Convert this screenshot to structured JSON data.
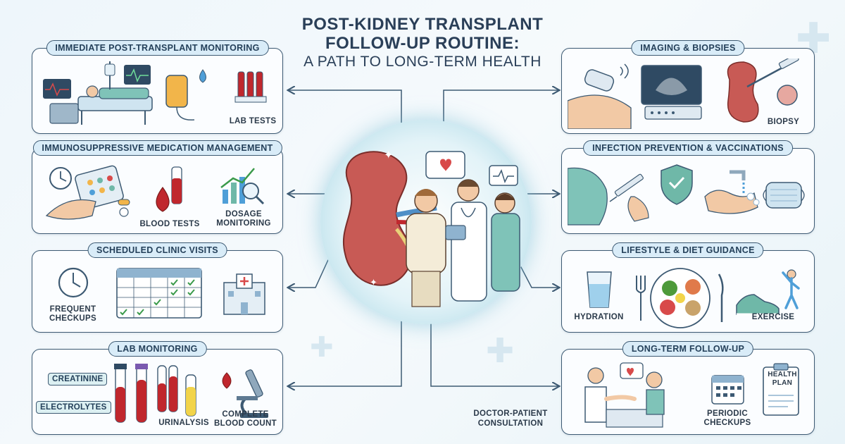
{
  "title": {
    "line1": "POST-KIDNEY TRANSPLANT",
    "line2": "FOLLOW-UP ROUTINE:",
    "line3": "A PATH TO LONG-TERM HEALTH"
  },
  "panels": {
    "monitoring": {
      "title": "IMMEDIATE POST-TRANSPLANT MONITORING",
      "lab_tests": "LAB TESTS"
    },
    "medication": {
      "title": "IMMUNOSUPPRESSIVE MEDICATION MANAGEMENT",
      "blood_tests": "BLOOD TESTS",
      "dosage": "DOSAGE\nMONITORING"
    },
    "clinic": {
      "title": "SCHEDULED CLINIC VISITS",
      "frequent": "FREQUENT\nCHECKUPS"
    },
    "lab": {
      "title": "LAB MONITORING",
      "creatinine": "CREATININE",
      "electrolytes": "ELECTROLYTES",
      "urinalysis": "URINALYSIS",
      "cbc": "COMPLETE\nBLOOD COUNT"
    },
    "imaging": {
      "title": "IMAGING & BIOPSIES",
      "biopsy": "BIOPSY"
    },
    "infection": {
      "title": "INFECTION PREVENTION & VACCINATIONS"
    },
    "lifestyle": {
      "title": "LIFESTYLE & DIET GUIDANCE",
      "hydration": "HYDRATION",
      "exercise": "EXERCISE"
    },
    "longterm": {
      "title": "LONG-TERM FOLLOW-UP",
      "consultation": "DOCTOR-PATIENT\nCONSULTATION",
      "periodic": "PERIODIC\nCHECKUPS",
      "health_plan": "HEALTH\nPLAN"
    }
  },
  "colors": {
    "border": "#3d5a73",
    "pill": "#d9ecf8",
    "blood": "#c0272d",
    "teal": "#6fb8a8",
    "kidney": "#c85a55"
  }
}
